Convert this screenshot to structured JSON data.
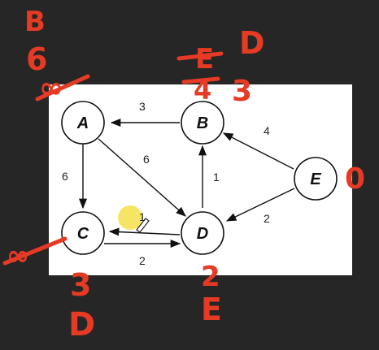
{
  "graph": {
    "nodes": [
      {
        "id": "A",
        "label": "A"
      },
      {
        "id": "B",
        "label": "B"
      },
      {
        "id": "C",
        "label": "C"
      },
      {
        "id": "D",
        "label": "D"
      },
      {
        "id": "E",
        "label": "E"
      }
    ],
    "edges": [
      {
        "from": "B",
        "to": "A",
        "weight": "3"
      },
      {
        "from": "A",
        "to": "C",
        "weight": "6"
      },
      {
        "from": "A",
        "to": "D",
        "weight": "6"
      },
      {
        "from": "D",
        "to": "B",
        "weight": "1"
      },
      {
        "from": "E",
        "to": "B",
        "weight": "4"
      },
      {
        "from": "E",
        "to": "D",
        "weight": "2"
      },
      {
        "from": "D",
        "to": "C",
        "weight": ""
      },
      {
        "from": "C",
        "to": "D",
        "weight": "2"
      }
    ]
  },
  "annotations": {
    "A": {
      "line1": "B",
      "line2": "6",
      "line3": "∞"
    },
    "B": {
      "struck": "E",
      "pred": "D",
      "struck_dist": "4",
      "dist": "3"
    },
    "C": {
      "struck": "∞",
      "dist": "3",
      "pred": "D"
    },
    "D": {
      "dist": "2",
      "pred": "E"
    },
    "E": {
      "dist": "0"
    },
    "cursor_mark": "1"
  },
  "colors": {
    "background": "#262626",
    "canvas": "#ffffff",
    "ink": "#e53a24",
    "highlight": "#f5e14a"
  }
}
